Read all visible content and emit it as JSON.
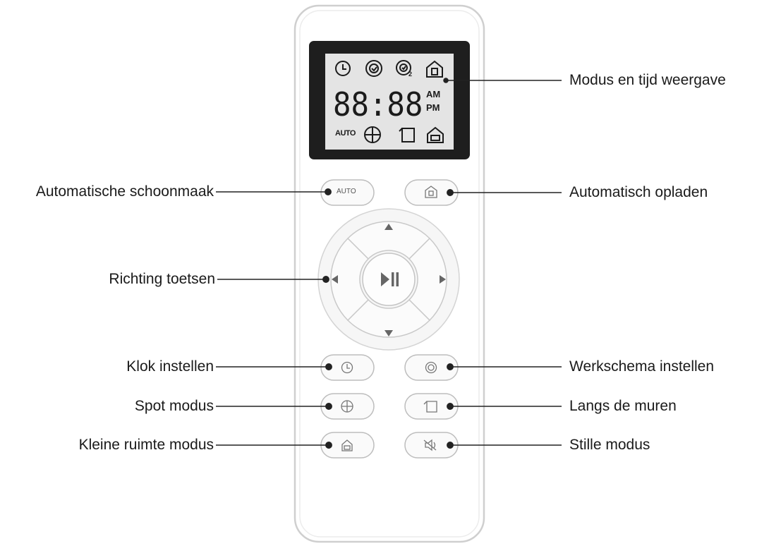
{
  "display": {
    "time": "88:88",
    "am": "AM",
    "pm": "PM",
    "auto": "AUTO"
  },
  "buttons": {
    "auto_label": "AUTO"
  },
  "callouts": {
    "left": [
      "Automatische schoonmaak",
      "Richting toetsen",
      "Klok instellen",
      "Spot modus",
      "Kleine ruimte modus"
    ],
    "right": [
      "Modus en tijd weergave",
      "Automatisch opladen",
      "Werkschema instellen",
      "Langs de muren",
      "Stille modus"
    ]
  },
  "colors": {
    "remote_outline": "#cfcfcf",
    "button_outline": "#bdbdbd",
    "display_frame": "#1e1e1e",
    "display_screen": "#e4e4e4",
    "leader_line": "#222222"
  },
  "icons": [
    "clock-icon",
    "schedule-icon",
    "schedule-2-icon",
    "dock-icon",
    "spot-icon",
    "edge-icon",
    "small-room-icon",
    "mute-icon",
    "play-pause-icon",
    "arrow-up-icon",
    "arrow-down-icon",
    "arrow-left-icon",
    "arrow-right-icon"
  ]
}
